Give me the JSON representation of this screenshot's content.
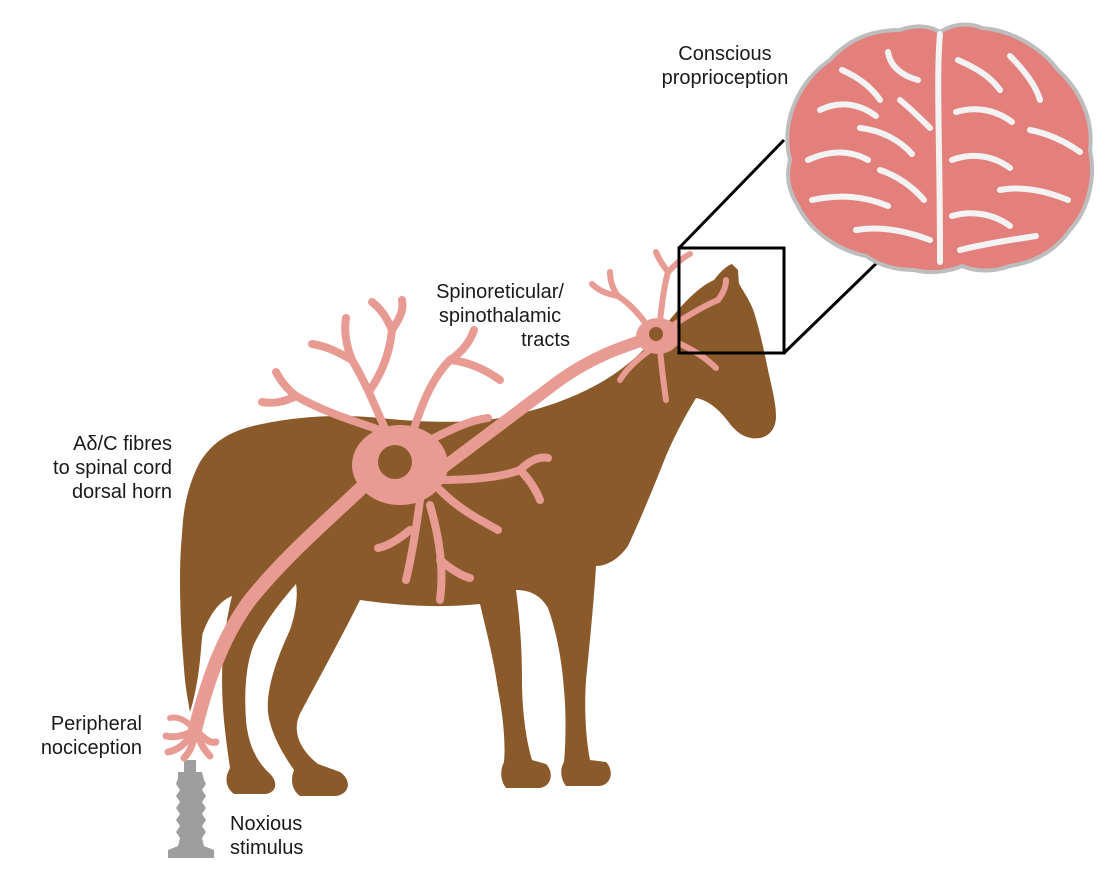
{
  "colors": {
    "horse": "#8B5A2B",
    "neuron": "#E79B93",
    "brain": "#E3807C",
    "brain_outline": "#BDBDBD",
    "stimulus": "#9E9E9E",
    "callout": "#000000",
    "text": "#1a1a1a"
  },
  "icons": {
    "horse": "horse-silhouette",
    "neuron": "neuron",
    "brain": "brain",
    "stimulus": "spike-stimulus"
  },
  "labels": {
    "conscious": [
      "Conscious",
      "proprioception"
    ],
    "tracts": [
      "Spinoreticular/",
      "spinothalamic",
      "tracts"
    ],
    "fibres": [
      "Aδ/C fibres",
      "to spinal cord",
      "dorsal horn"
    ],
    "peripheral": [
      "Peripheral",
      "nociception"
    ],
    "stimulus": [
      "Noxious",
      "stimulus"
    ]
  }
}
